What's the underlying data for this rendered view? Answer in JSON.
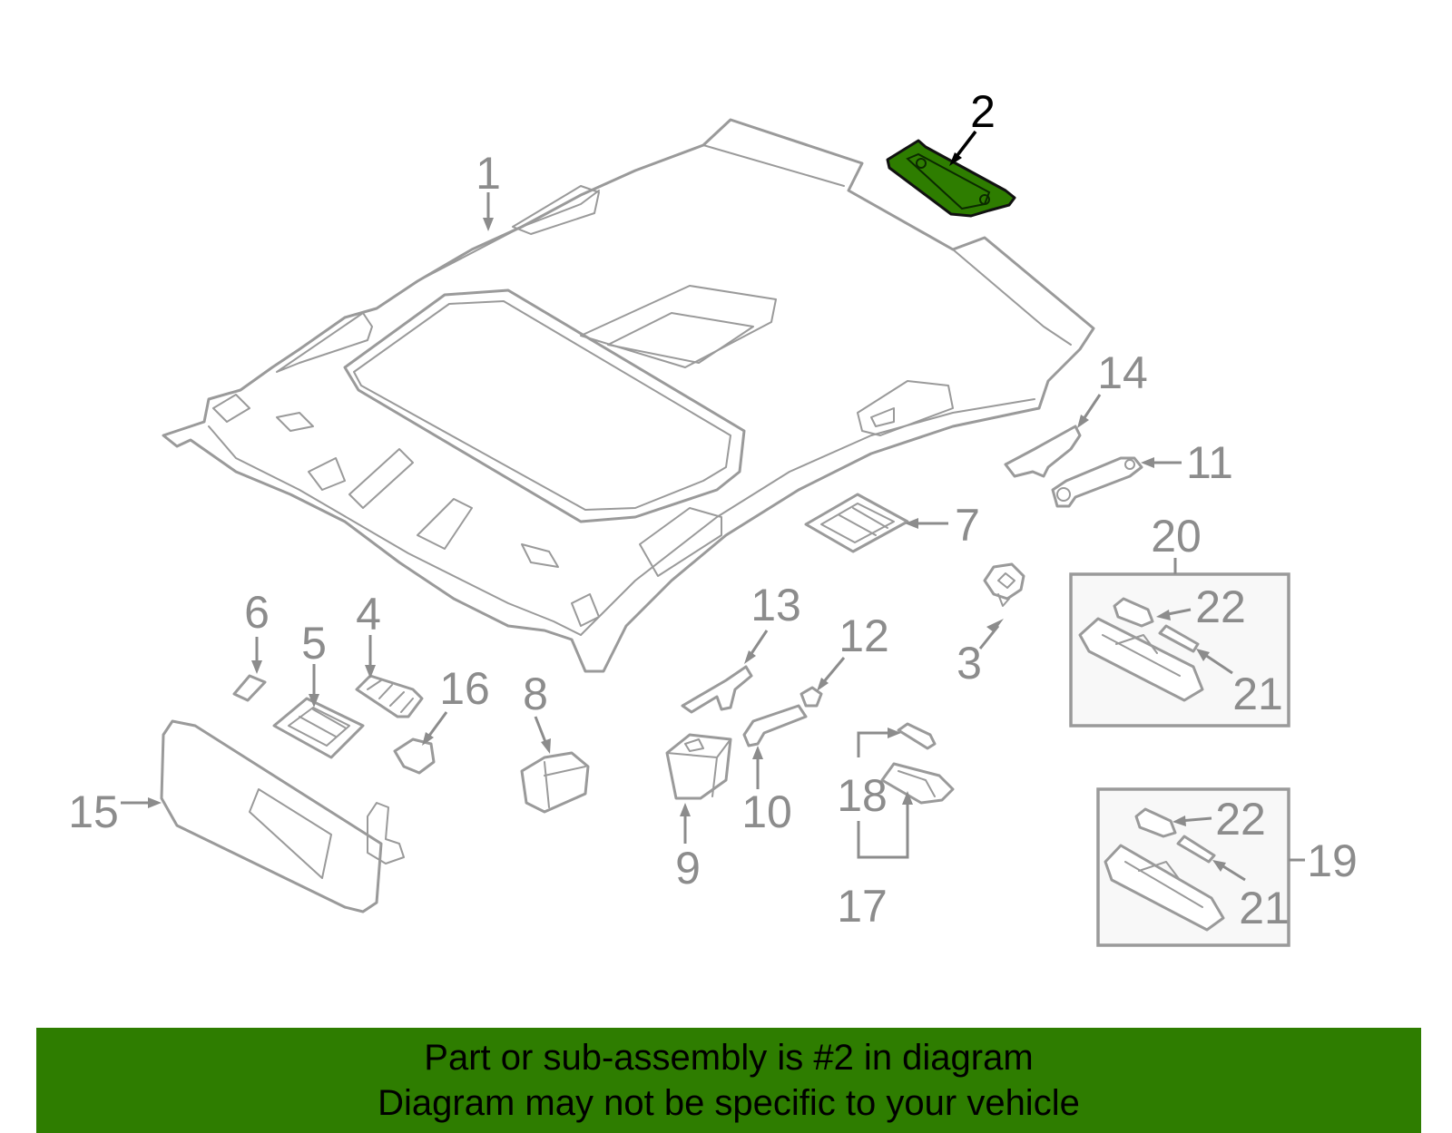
{
  "diagram": {
    "highlighted_part": "2",
    "highlight_color": "#2e7d00",
    "callouts": [
      {
        "id": "c1",
        "label": "1"
      },
      {
        "id": "c2",
        "label": "2"
      },
      {
        "id": "c3",
        "label": "3"
      },
      {
        "id": "c4",
        "label": "4"
      },
      {
        "id": "c5",
        "label": "5"
      },
      {
        "id": "c6",
        "label": "6"
      },
      {
        "id": "c7",
        "label": "7"
      },
      {
        "id": "c8",
        "label": "8"
      },
      {
        "id": "c9",
        "label": "9"
      },
      {
        "id": "c10",
        "label": "10"
      },
      {
        "id": "c11",
        "label": "11"
      },
      {
        "id": "c12",
        "label": "12"
      },
      {
        "id": "c13",
        "label": "13"
      },
      {
        "id": "c14",
        "label": "14"
      },
      {
        "id": "c15",
        "label": "15"
      },
      {
        "id": "c16",
        "label": "16"
      },
      {
        "id": "c17",
        "label": "17"
      },
      {
        "id": "c18",
        "label": "18"
      },
      {
        "id": "c19",
        "label": "19"
      },
      {
        "id": "c20",
        "label": "20"
      },
      {
        "id": "c21a",
        "label": "21"
      },
      {
        "id": "c22a",
        "label": "22"
      },
      {
        "id": "c21b",
        "label": "21"
      },
      {
        "id": "c22b",
        "label": "22"
      }
    ]
  },
  "banner": {
    "line1": "Part or sub-assembly is #2 in diagram",
    "line2": "Diagram may not be specific to your vehicle",
    "background_color": "#2e7d00"
  }
}
